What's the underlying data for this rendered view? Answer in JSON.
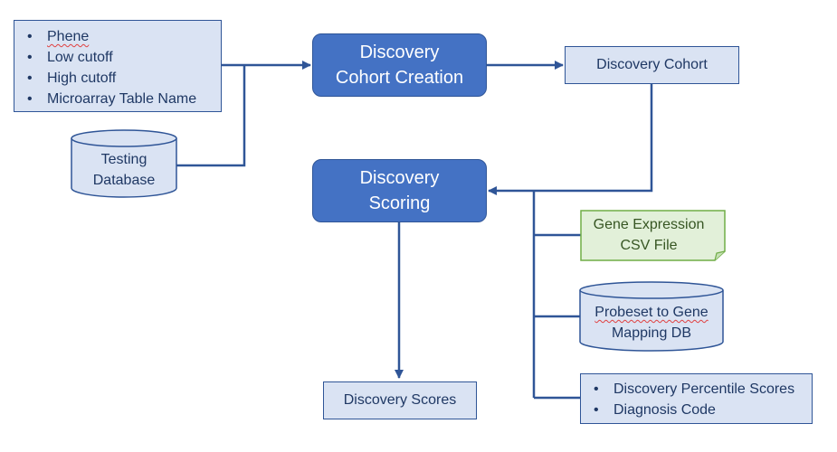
{
  "inputs_box": {
    "items": [
      "Phene",
      "Low cutoff",
      "High cutoff",
      "Microarray Table Name"
    ]
  },
  "testing_db": {
    "line1": "Testing",
    "line2": "Database"
  },
  "cohort_creation": {
    "line1": "Discovery",
    "line2": "Cohort Creation"
  },
  "discovery_cohort": {
    "label": "Discovery Cohort"
  },
  "scoring": {
    "line1": "Discovery",
    "line2": "Scoring"
  },
  "gene_expression": {
    "line1": "Gene Expression",
    "line2": "CSV File"
  },
  "probeset_db": {
    "line1": "Probeset to Gene",
    "line2": "Mapping DB"
  },
  "outputs_box": {
    "items": [
      "Discovery Percentile Scores",
      "Diagnosis Code"
    ]
  },
  "discovery_scores": {
    "label": "Discovery Scores"
  },
  "colors": {
    "process_fill": "#4472c4",
    "box_fill": "#dae3f3",
    "border": "#2f5597",
    "note_fill": "#e2f0d9",
    "note_border": "#70ad47"
  }
}
